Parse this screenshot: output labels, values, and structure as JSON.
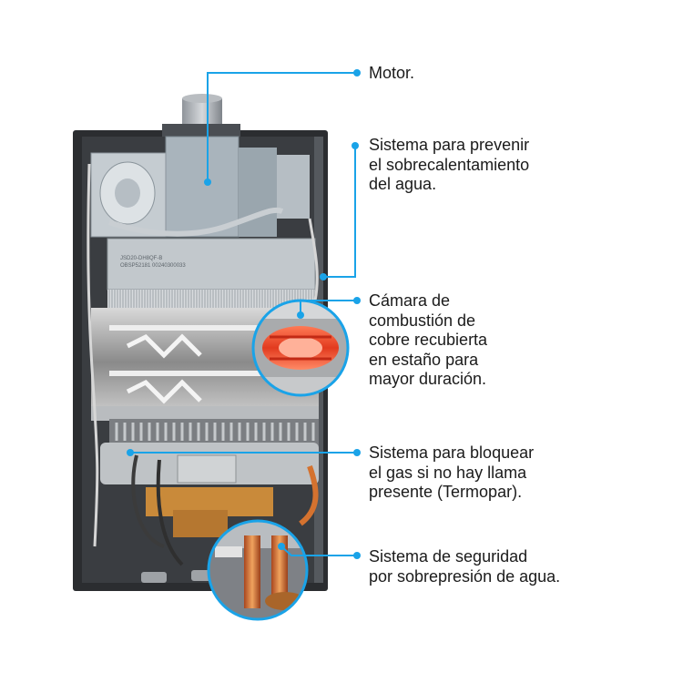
{
  "colors": {
    "accent": "#1aa3e8",
    "text": "#1b1b1b",
    "copper": "#e2532e"
  },
  "callouts": [
    {
      "id": "motor",
      "text": "Motor."
    },
    {
      "id": "overheat",
      "text": "Sistema para prevenir\nel sobrecalentamiento\ndel agua."
    },
    {
      "id": "chamber",
      "text": "Cámara de\ncombustión de\ncobre recubierta\nen estaño para\nmayor duración."
    },
    {
      "id": "gas",
      "text": "Sistema para bloquear\nel gas si no hay llama\npresente (Termopar)."
    },
    {
      "id": "pressure",
      "text": "Sistema de seguridad\npor sobrepresión de agua."
    }
  ],
  "plate_text": {
    "line1": "JSD20-DH8QF-B",
    "line2": "OBSP52181 00240300033"
  }
}
